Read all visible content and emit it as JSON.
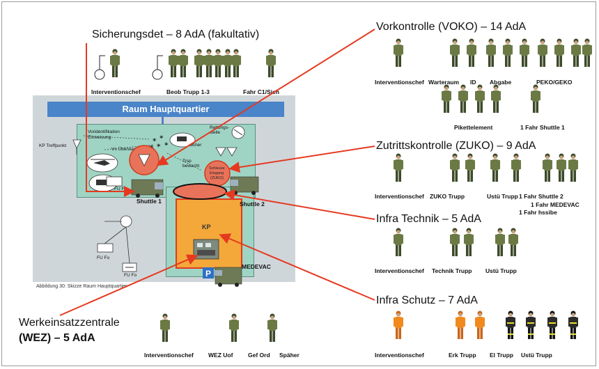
{
  "headings": {
    "sicherung": "Sicherungsdet – 8 AdA (fakultativ)",
    "voko": "Vorkontrolle (VOKO) – 14 AdA",
    "zuko": "Zutrittskontrolle (ZUKO) – 9 AdA",
    "technik": "Infra Technik – 5 AdA",
    "schutz": "Infra Schutz – 7 AdA",
    "wez_line1": "Werkeinsatzzentrale",
    "wez_line2": "(WEZ) – 5 AdA"
  },
  "labels": {
    "sich_ic": "Interventionschef",
    "sich_beob": "Beob Trupp 1-3",
    "sich_fahr": "Fahr C1/Sich",
    "voko_ic": "Interventionschef",
    "voko_warteraum": "Warteraum",
    "voko_id": "ID",
    "voko_abgabe": "Abgabe",
    "voko_peko": "PEKO/GEKO",
    "voko_pikett": "Pikettelement",
    "voko_fahr": "1 Fahr Shuttle 1",
    "zuko_ic": "Interventionschef",
    "zuko_trupp": "ZUKO Trupp",
    "zuko_ustue": "Ustü Trupp",
    "zuko_fahr1": "1 Fahr Shuttle 2",
    "zuko_fahr2": "1 Fahr MEDEVAC",
    "zuko_fahr3": "1 Fahr  hssibe",
    "tech_ic": "Interventionschef",
    "tech_trupp": "Technik Trupp",
    "tech_ustue": "Ustü Trupp",
    "schutz_ic": "Interventionschef",
    "schutz_erk": "Erk Trupp",
    "schutz_el": "El Trupp",
    "schutz_ustue": "Ustü Trupp",
    "wez_ic": "Interventionschef",
    "wez_uof": "WEZ Uof",
    "wez_gef": "Gef Ord",
    "wez_spaeher": "Späher"
  },
  "map": {
    "title": "Raum Hauptquartier",
    "kp_treffpunkt": "KP Treffpunkt",
    "voridentifikation": "Voridentifikation",
    "einweisung": "Einweisung",
    "vs_ueberwachung": "Vs Überwachung",
    "besucher": "Besucher",
    "rettungsstelle": "Rettungs-\nstelle",
    "trsp_bewacht": "Trsp\nbewacht",
    "schleuse": "Schleuse\nEingang\n(ZUKO)",
    "shuttle1": "Shuttle 1",
    "shuttle2": "Shuttle 2",
    "kp": "KP",
    "medevac": "MEDEVAC",
    "fu_fo1": "FU Fo",
    "fu_fo2": "FU Fo",
    "fu_fo3": "FU Fo",
    "parking": "P",
    "caption": "Abbildung 30: Skizze Raum Hauptquartier"
  },
  "colors": {
    "uniform_dark": "#3d4a2a",
    "uniform_mid": "#6b7a45",
    "arrow_red": "#e53920",
    "orange_suit": "#f08a1e",
    "fire_dark": "#2b2b2b",
    "hq_blue": "#4a84c9",
    "green_area": "#9fd4c4",
    "kp_orange": "#f4a83a"
  }
}
